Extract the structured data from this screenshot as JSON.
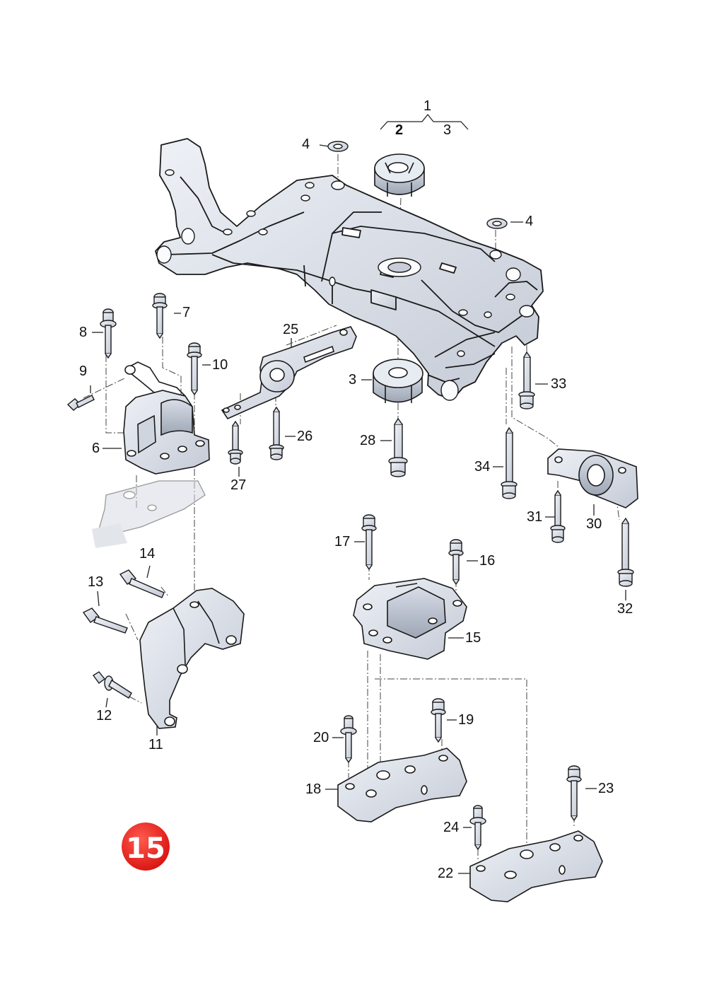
{
  "diagram": {
    "callouts": {
      "c1": "1",
      "c2": "2",
      "c3": "3",
      "c4a": "4",
      "c4b": "4",
      "c3b": "3",
      "c6": "6",
      "c7": "7",
      "c8": "8",
      "c9": "9",
      "c10": "10",
      "c11": "11",
      "c12": "12",
      "c13": "13",
      "c14": "14",
      "c15": "15",
      "c16": "16",
      "c17": "17",
      "c18": "18",
      "c19": "19",
      "c20": "20",
      "c22": "22",
      "c23": "23",
      "c24": "24",
      "c25": "25",
      "c26": "26",
      "c27": "27",
      "c28": "28",
      "c30": "30",
      "c31": "31",
      "c32": "32",
      "c33": "33",
      "c34": "34"
    },
    "badge": {
      "label": "15",
      "color": "#e21b1b"
    },
    "colors": {
      "part_fill": "#dfe3ec",
      "part_stroke": "#1a1a1a",
      "leader": "#222222",
      "shadow": "#c9ced8"
    }
  }
}
